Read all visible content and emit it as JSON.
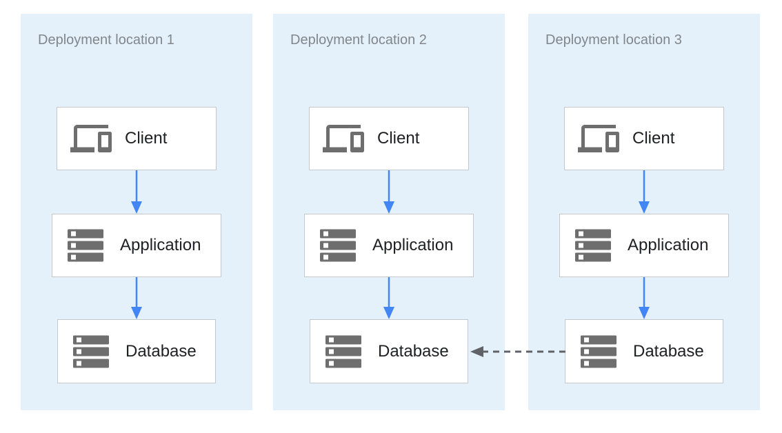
{
  "diagram": {
    "panels": [
      {
        "title": "Deployment location 1",
        "nodes": [
          {
            "label": "Client",
            "icon": "devices-icon"
          },
          {
            "label": "Application",
            "icon": "server-stack-icon"
          },
          {
            "label": "Database",
            "icon": "server-stack-icon"
          }
        ]
      },
      {
        "title": "Deployment location 2",
        "nodes": [
          {
            "label": "Client",
            "icon": "devices-icon"
          },
          {
            "label": "Application",
            "icon": "server-stack-icon"
          },
          {
            "label": "Database",
            "icon": "server-stack-icon"
          }
        ]
      },
      {
        "title": "Deployment location 3",
        "nodes": [
          {
            "label": "Client",
            "icon": "devices-icon"
          },
          {
            "label": "Application",
            "icon": "server-stack-icon"
          },
          {
            "label": "Database",
            "icon": "server-stack-icon"
          }
        ]
      }
    ],
    "edges": [
      {
        "from": "client-1",
        "to": "application-1",
        "style": "solid",
        "direction": "down"
      },
      {
        "from": "application-1",
        "to": "database-1",
        "style": "solid",
        "direction": "down"
      },
      {
        "from": "client-2",
        "to": "application-2",
        "style": "solid",
        "direction": "down"
      },
      {
        "from": "application-2",
        "to": "database-2",
        "style": "solid",
        "direction": "down"
      },
      {
        "from": "client-3",
        "to": "application-3",
        "style": "solid",
        "direction": "down"
      },
      {
        "from": "application-3",
        "to": "database-3",
        "style": "solid",
        "direction": "down"
      },
      {
        "from": "database-3",
        "to": "database-2",
        "style": "dashed",
        "direction": "left"
      }
    ],
    "colors": {
      "panel_background": "#E4F1FB",
      "panel_title_text": "#80868B",
      "node_background": "#FFFFFF",
      "node_border": "#C6C9CC",
      "node_label_text": "#202124",
      "icon_gray": "#6E6E6E",
      "solid_arrow_blue": "#4285F4",
      "dashed_arrow_gray": "#5F6368"
    }
  }
}
